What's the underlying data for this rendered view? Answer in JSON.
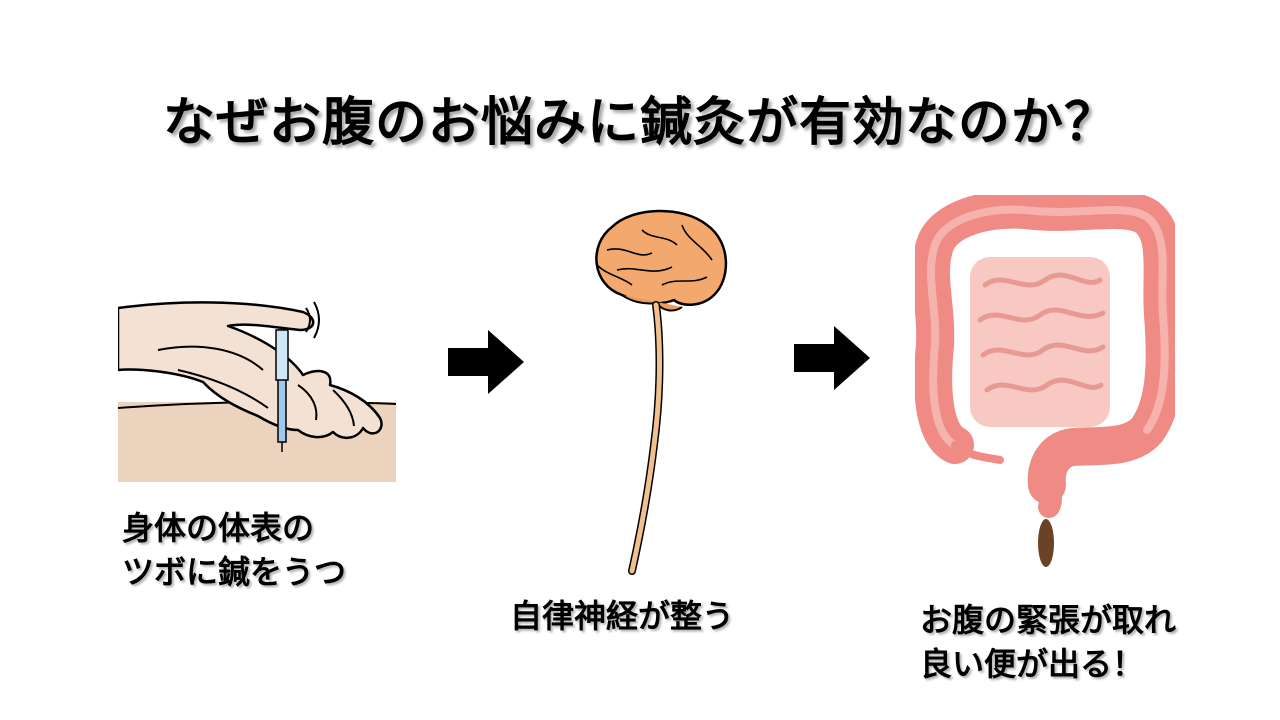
{
  "title": "なぜお腹のお悩みに鍼灸が有効なのか？",
  "steps": [
    {
      "caption_line1": "身体の体表の",
      "caption_line2": "ツボに鍼をうつ",
      "illustration": "acupuncture-hand-icon"
    },
    {
      "caption_line1": "自律神経が整う",
      "illustration": "brain-spine-icon"
    },
    {
      "caption_line1": "お腹の緊張が取れ",
      "caption_line2": "良い便が出る！",
      "illustration": "intestines-icon"
    }
  ],
  "arrows": [
    "right-arrow-icon",
    "right-arrow-icon"
  ],
  "colors": {
    "skin": "#ecd3bd",
    "hand_fill": "#f3e2d4",
    "brain": "#f3a96e",
    "spine": "#f0c08e",
    "intestine_outer": "#ef8a84",
    "intestine_inner": "#f7c9c2",
    "stool": "#6b4226",
    "needle": "#9ec9ea"
  }
}
